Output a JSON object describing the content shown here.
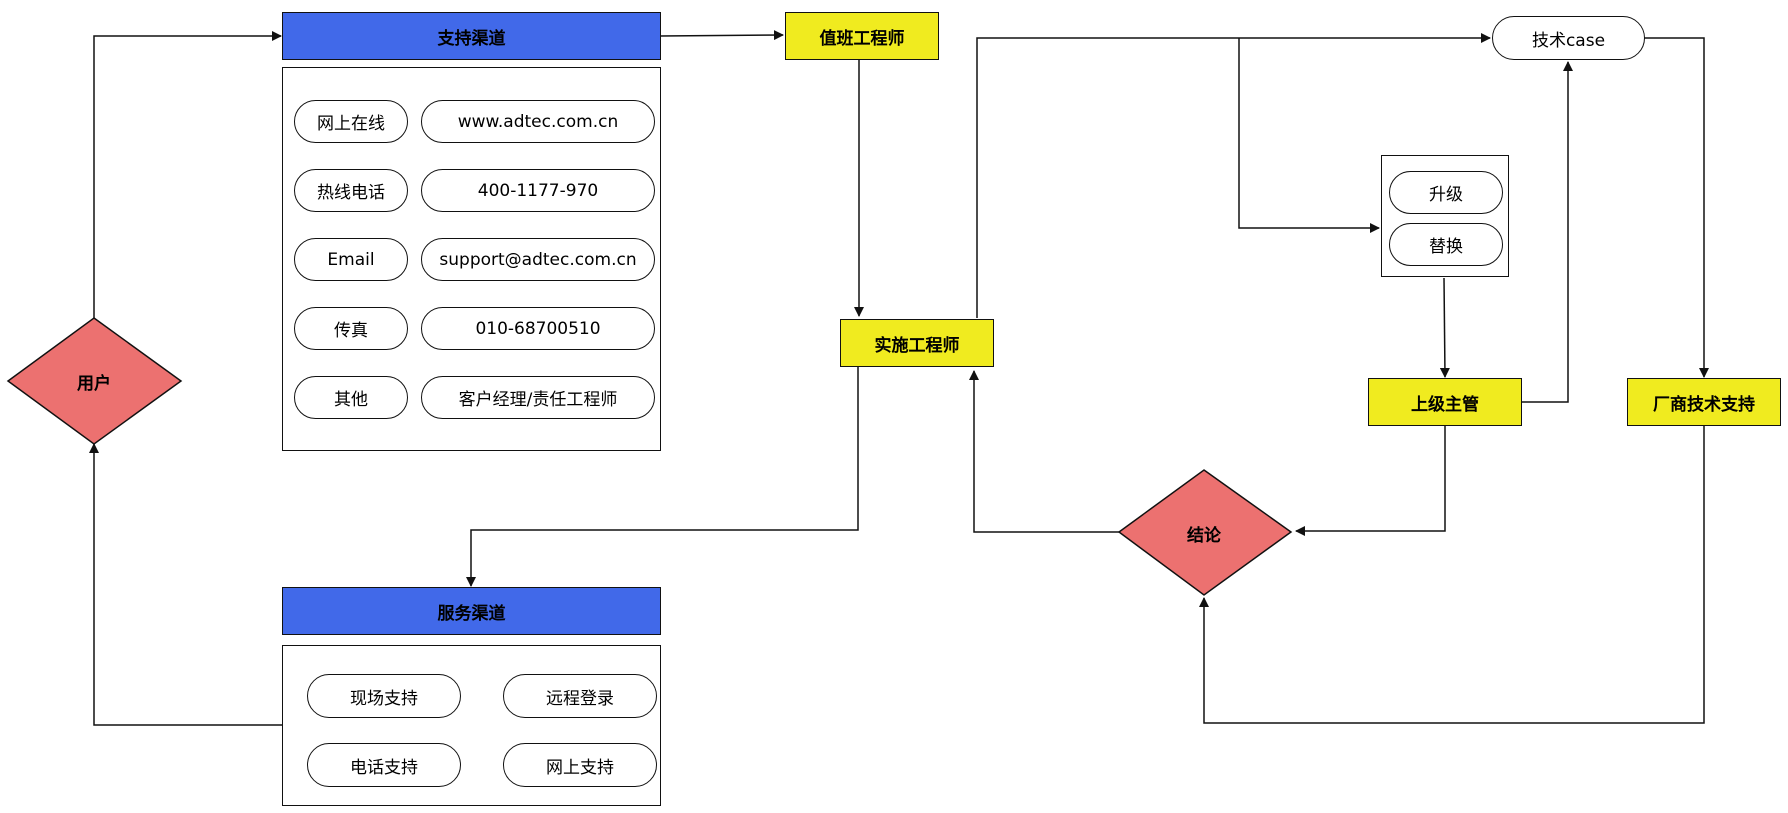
{
  "colors": {
    "header_blue": "#4169e9",
    "role_yellow": "#f0eb1f",
    "decision_red": "#ec7170",
    "line": "#111111"
  },
  "nodes": {
    "support_channels": "支持渠道",
    "on_duty_engineer": "值班工程师",
    "impl_engineer": "实施工程师",
    "service_channels": "服务渠道",
    "tech_case": "技术case",
    "upgrade": "升级",
    "replace": "替换",
    "supervisor": "上级主管",
    "vendor_support": "厂商技术支持",
    "user": "用户",
    "conclusion": "结论"
  },
  "support_channel_rows": [
    {
      "type": "网上在线",
      "value": "www.adtec.com.cn"
    },
    {
      "type": "热线电话",
      "value": "400-1177-970"
    },
    {
      "type": "Email",
      "value": "support@adtec.com.cn"
    },
    {
      "type": "传真",
      "value": "010-68700510"
    },
    {
      "type": "其他",
      "value": "客户经理/责任工程师"
    }
  ],
  "service_channel_items": [
    "现场支持",
    "远程登录",
    "电话支持",
    "网上支持"
  ]
}
